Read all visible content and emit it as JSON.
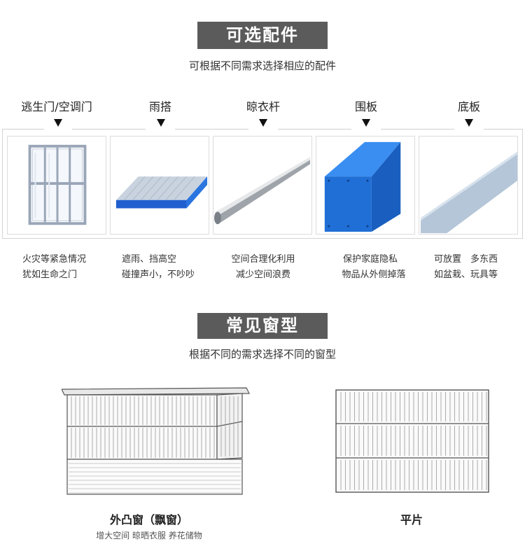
{
  "accessories": {
    "title": "可选配件",
    "subtitle": "可根据不同需求选择相应的配件",
    "items": [
      {
        "label": "逃生门/空调门",
        "desc": [
          "火灾等紧急情况",
          "犹如生命之门"
        ]
      },
      {
        "label": "雨搭",
        "desc": [
          "遮雨、挡高空",
          "碰撞声小，不吵吵"
        ]
      },
      {
        "label": "晾衣杆",
        "desc": [
          "空间合理化利用",
          "减少空间浪费"
        ]
      },
      {
        "label": "围板",
        "desc": [
          "保护家庭隐私",
          "物品从外侧掉落"
        ]
      },
      {
        "label": "底板",
        "desc": [
          "可放置　多东西",
          "如盆栽、玩具等"
        ]
      }
    ]
  },
  "windows": {
    "title": "常见窗型",
    "subtitle": "根据不同的需求选择不同的窗型",
    "items": [
      {
        "name": "外凸窗（飘窗）",
        "note": "增大空间 晾晒衣服 养花储物"
      },
      {
        "name": "平片",
        "note": ""
      }
    ]
  },
  "colors": {
    "title_bg": "#5b5b5b",
    "panel_blue": "#1f6fd6"
  }
}
